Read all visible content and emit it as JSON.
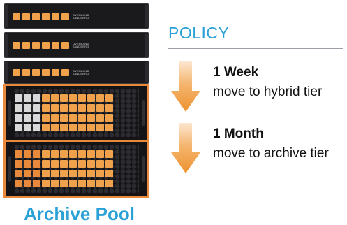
{
  "brand_text": [
    "OVERLAND",
    "TANDBERG"
  ],
  "heading": "POLICY",
  "steps": [
    {
      "title": "1 Week",
      "description": "move to hybrid tier"
    },
    {
      "title": "1 Month",
      "description": "move to archive tier"
    }
  ],
  "pool_label": "Archive Pool",
  "colors": {
    "accent_orange": "#e8893b",
    "bay_orange": "#f0a14c",
    "brand_blue": "#2aa1d6",
    "chassis_black": "#1a1a1c",
    "bay_white": "#d9d9d9"
  },
  "icons": [
    "down-arrow-icon",
    "down-arrow-icon"
  ]
}
